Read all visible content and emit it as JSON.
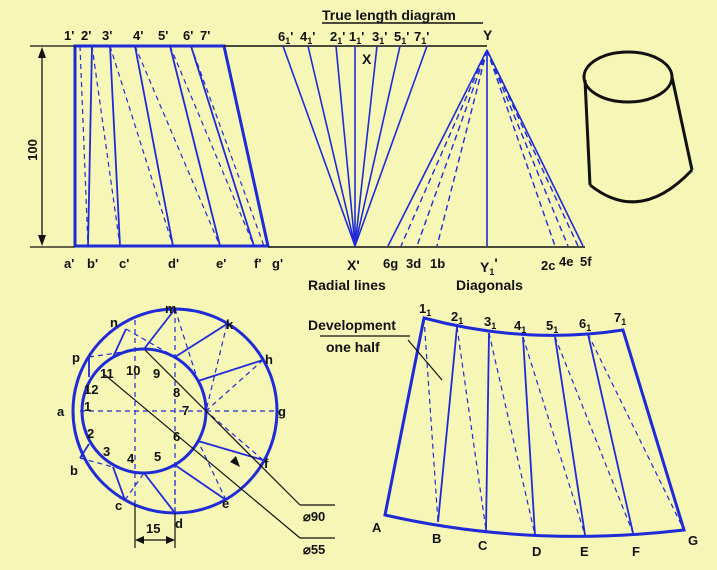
{
  "colors": {
    "background": "#f6f6b6",
    "line": "#1f2bd6",
    "ink": "#111111"
  },
  "titles": {
    "true_length": "True length diagram",
    "radial": "Radial lines",
    "diagonals": "Diagonals",
    "development_1": "Development",
    "development_2": "one half"
  },
  "dimensions": {
    "height": "100",
    "d90": "⌀90",
    "d55": "⌀55",
    "offset": "15"
  },
  "elevation": {
    "top_labels": [
      "1'",
      "2'",
      "3'",
      "4'",
      "5'",
      "6'",
      "7'"
    ],
    "bottom_labels": [
      "a'",
      "b'",
      "c'",
      "d'",
      "e'",
      "f'",
      "g'"
    ]
  },
  "tl_radial": {
    "top_labels": [
      "6",
      "4",
      "2",
      "1",
      "3",
      "5",
      "7"
    ],
    "subscript": "1",
    "prime": "'",
    "x_label": "X",
    "xp_label": "X'"
  },
  "tl_diag": {
    "y_label": "Y",
    "y1_label": "Y",
    "y1_sub": "1",
    "y1_prime": "'",
    "bottom_labels": [
      "6g",
      "3d",
      "1b",
      "2c",
      "4e",
      "5f"
    ]
  },
  "plan": {
    "outer_labels": [
      "a",
      "b",
      "c",
      "d",
      "e",
      "f",
      "g",
      "h",
      "k",
      "m",
      "n",
      "p"
    ],
    "inner_labels": [
      "1",
      "2",
      "3",
      "4",
      "5",
      "6",
      "7",
      "8",
      "9",
      "10",
      "11",
      "12"
    ]
  },
  "development": {
    "top_labels": [
      "1",
      "2",
      "3",
      "4",
      "5",
      "6",
      "7"
    ],
    "subscript": "1",
    "bottom_labels": [
      "A",
      "B",
      "C",
      "D",
      "E",
      "F",
      "G"
    ]
  }
}
